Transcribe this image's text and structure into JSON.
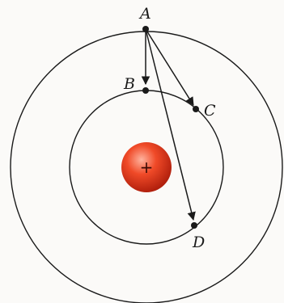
{
  "diagram": {
    "points": {
      "A": {
        "label": "A"
      },
      "B": {
        "label": "B"
      },
      "C": {
        "label": "C"
      },
      "D": {
        "label": "D"
      }
    },
    "charge_symbol": "+",
    "colors": {
      "line": "#1a1a1a",
      "charge_fill": "#e03a1e",
      "charge_highlight": "#ff9f86",
      "charge_edge": "#a71e0c"
    }
  }
}
